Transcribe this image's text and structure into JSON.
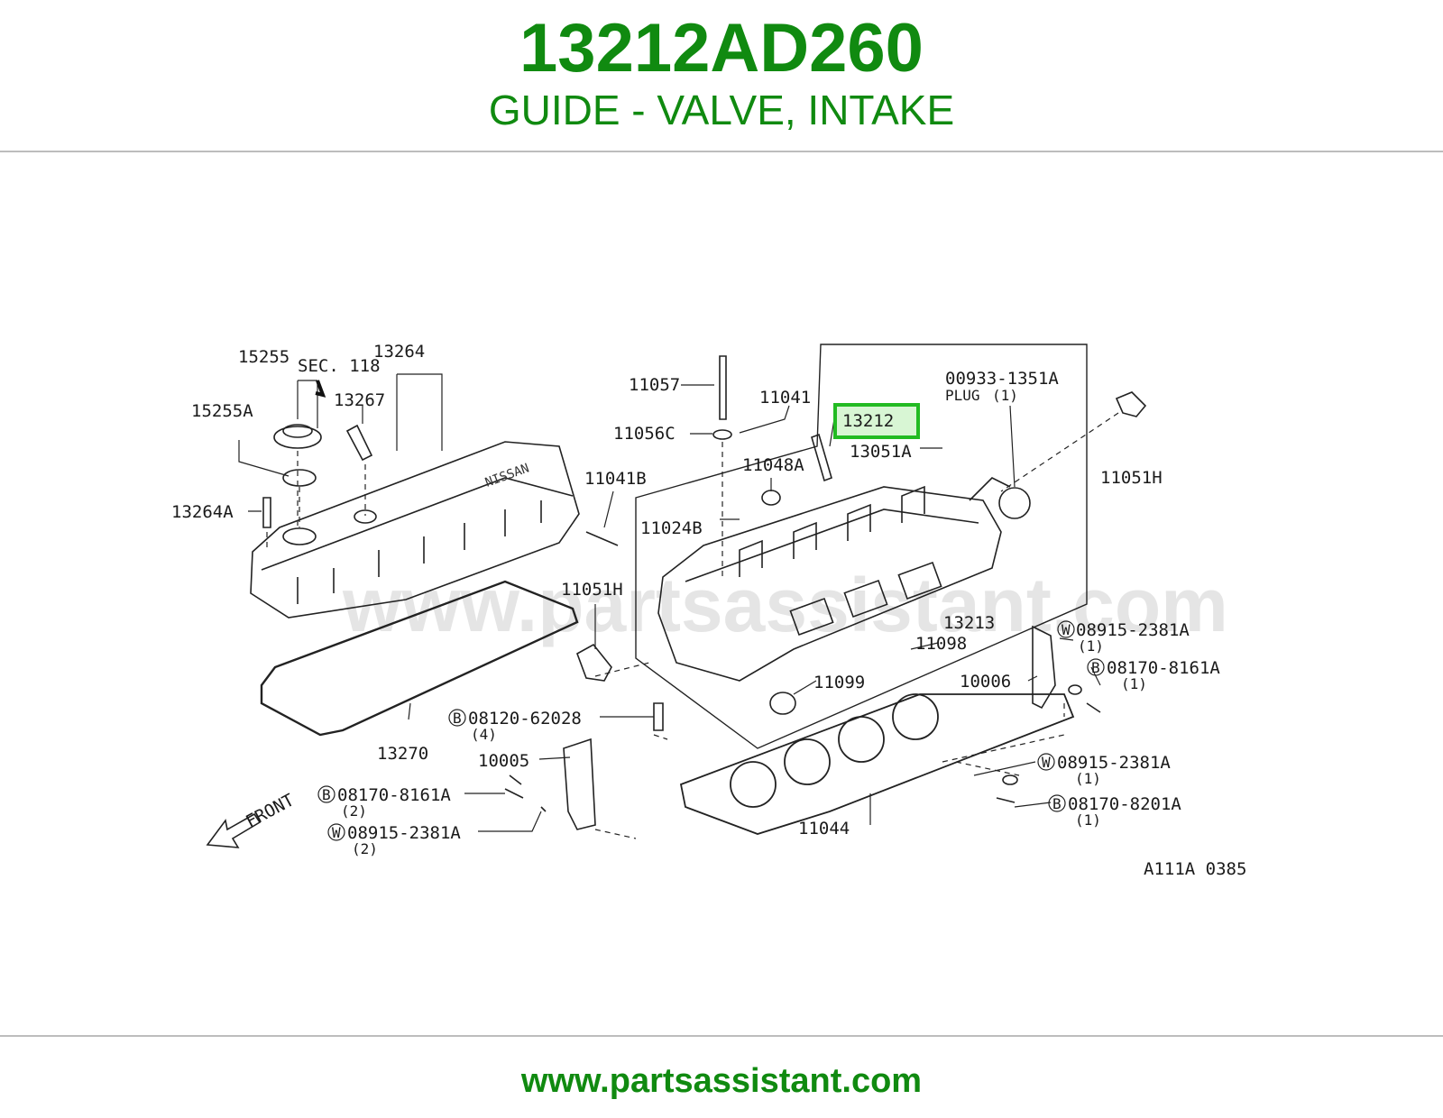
{
  "header": {
    "part_number": "13212AD260",
    "description": "GUIDE - VALVE, INTAKE"
  },
  "diagram": {
    "watermark": "www.partsassistant.com",
    "drawing_id": "A111A 0385",
    "front_label": "FRONT",
    "highlight_color": "#22bb22",
    "callouts": {
      "c15255": "15255",
      "c15255a": "15255A",
      "c_sec118": "SEC. 118",
      "c13264": "13264",
      "c13267": "13267",
      "c13264a": "13264A",
      "c11057": "11057",
      "c11056c": "11056C",
      "c11041": "11041",
      "c13212": "13212",
      "c00933": "00933-1351A",
      "c_plug": "PLUG",
      "c_plug_qty": "(1)",
      "c13051a": "13051A",
      "c11048a": "11048A",
      "c11041b": "11041B",
      "c11024b": "11024B",
      "c11051h_top": "11051H",
      "c11051h_left": "11051H",
      "c13213": "13213",
      "c11098": "11098",
      "c11099": "11099",
      "c10006": "10006",
      "c08915_r1": "08915-2381A",
      "c08915_r1_qty": "(1)",
      "c08170_r1": "08170-8161A",
      "c08170_r1_qty": "(1)",
      "c08120": "08120-62028",
      "c08120_qty": "(4)",
      "c13270": "13270",
      "c10005": "10005",
      "c08170_l": "08170-8161A",
      "c08170_l_qty": "(2)",
      "c08915_l": "08915-2381A",
      "c08915_l_qty": "(2)",
      "c11044": "11044",
      "c08915_r2": "08915-2381A",
      "c08915_r2_qty": "(1)",
      "c08170_r2": "08170-8201A",
      "c08170_r2_qty": "(1)",
      "prefix_b": "B",
      "prefix_w": "W"
    }
  },
  "footer": {
    "url": "www.partsassistant.com"
  }
}
